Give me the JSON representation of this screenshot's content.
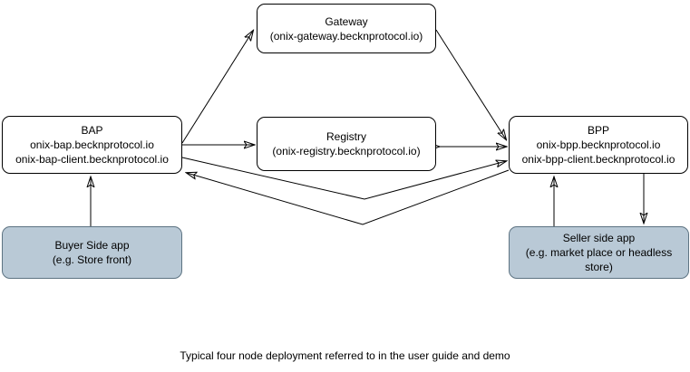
{
  "diagram": {
    "caption": "Typical four node deployment referred to in the user guide and demo",
    "nodes": {
      "gateway": {
        "title": "Gateway",
        "line1": "(onix-gateway.becknprotocol.io)"
      },
      "bap": {
        "title": "BAP",
        "line1": "onix-bap.becknprotocol.io",
        "line2": "onix-bap-client.becknprotocol.io"
      },
      "registry": {
        "title": "Registry",
        "line1": "(onix-registry.becknprotocol.io)"
      },
      "bpp": {
        "title": "BPP",
        "line1": "onix-bpp.becknprotocol.io",
        "line2": "onix-bpp-client.becknprotocol.io"
      },
      "buyer_app": {
        "title": "Buyer Side app",
        "line1": "(e.g. Store front)"
      },
      "seller_app": {
        "title": "Seller side app",
        "line1": "(e.g. market place or headless store)"
      }
    },
    "connectors": [
      {
        "name": "bap-to-gateway",
        "direction": "bap -> gateway"
      },
      {
        "name": "bap-to-registry",
        "direction": "bap -> registry"
      },
      {
        "name": "gateway-to-bpp",
        "direction": "gateway -> bpp"
      },
      {
        "name": "registry-bpp-bidirectional",
        "direction": "registry <-> bpp"
      },
      {
        "name": "bap-to-bpp",
        "direction": "bap -> bpp"
      },
      {
        "name": "bpp-to-bap",
        "direction": "bpp -> bap"
      },
      {
        "name": "buyer-to-bap",
        "direction": "buyer_app -> bap"
      },
      {
        "name": "seller-to-bpp",
        "direction": "seller_app -> bpp"
      },
      {
        "name": "bpp-to-seller",
        "direction": "bpp -> seller_app"
      }
    ],
    "colors": {
      "background": "#ffffff",
      "node_fill": "#ffffff",
      "node_border": "#000000",
      "app_node_fill": "#b9c9d6",
      "app_node_border": "#5d7382",
      "connector": "#000000",
      "text": "#000000"
    }
  }
}
